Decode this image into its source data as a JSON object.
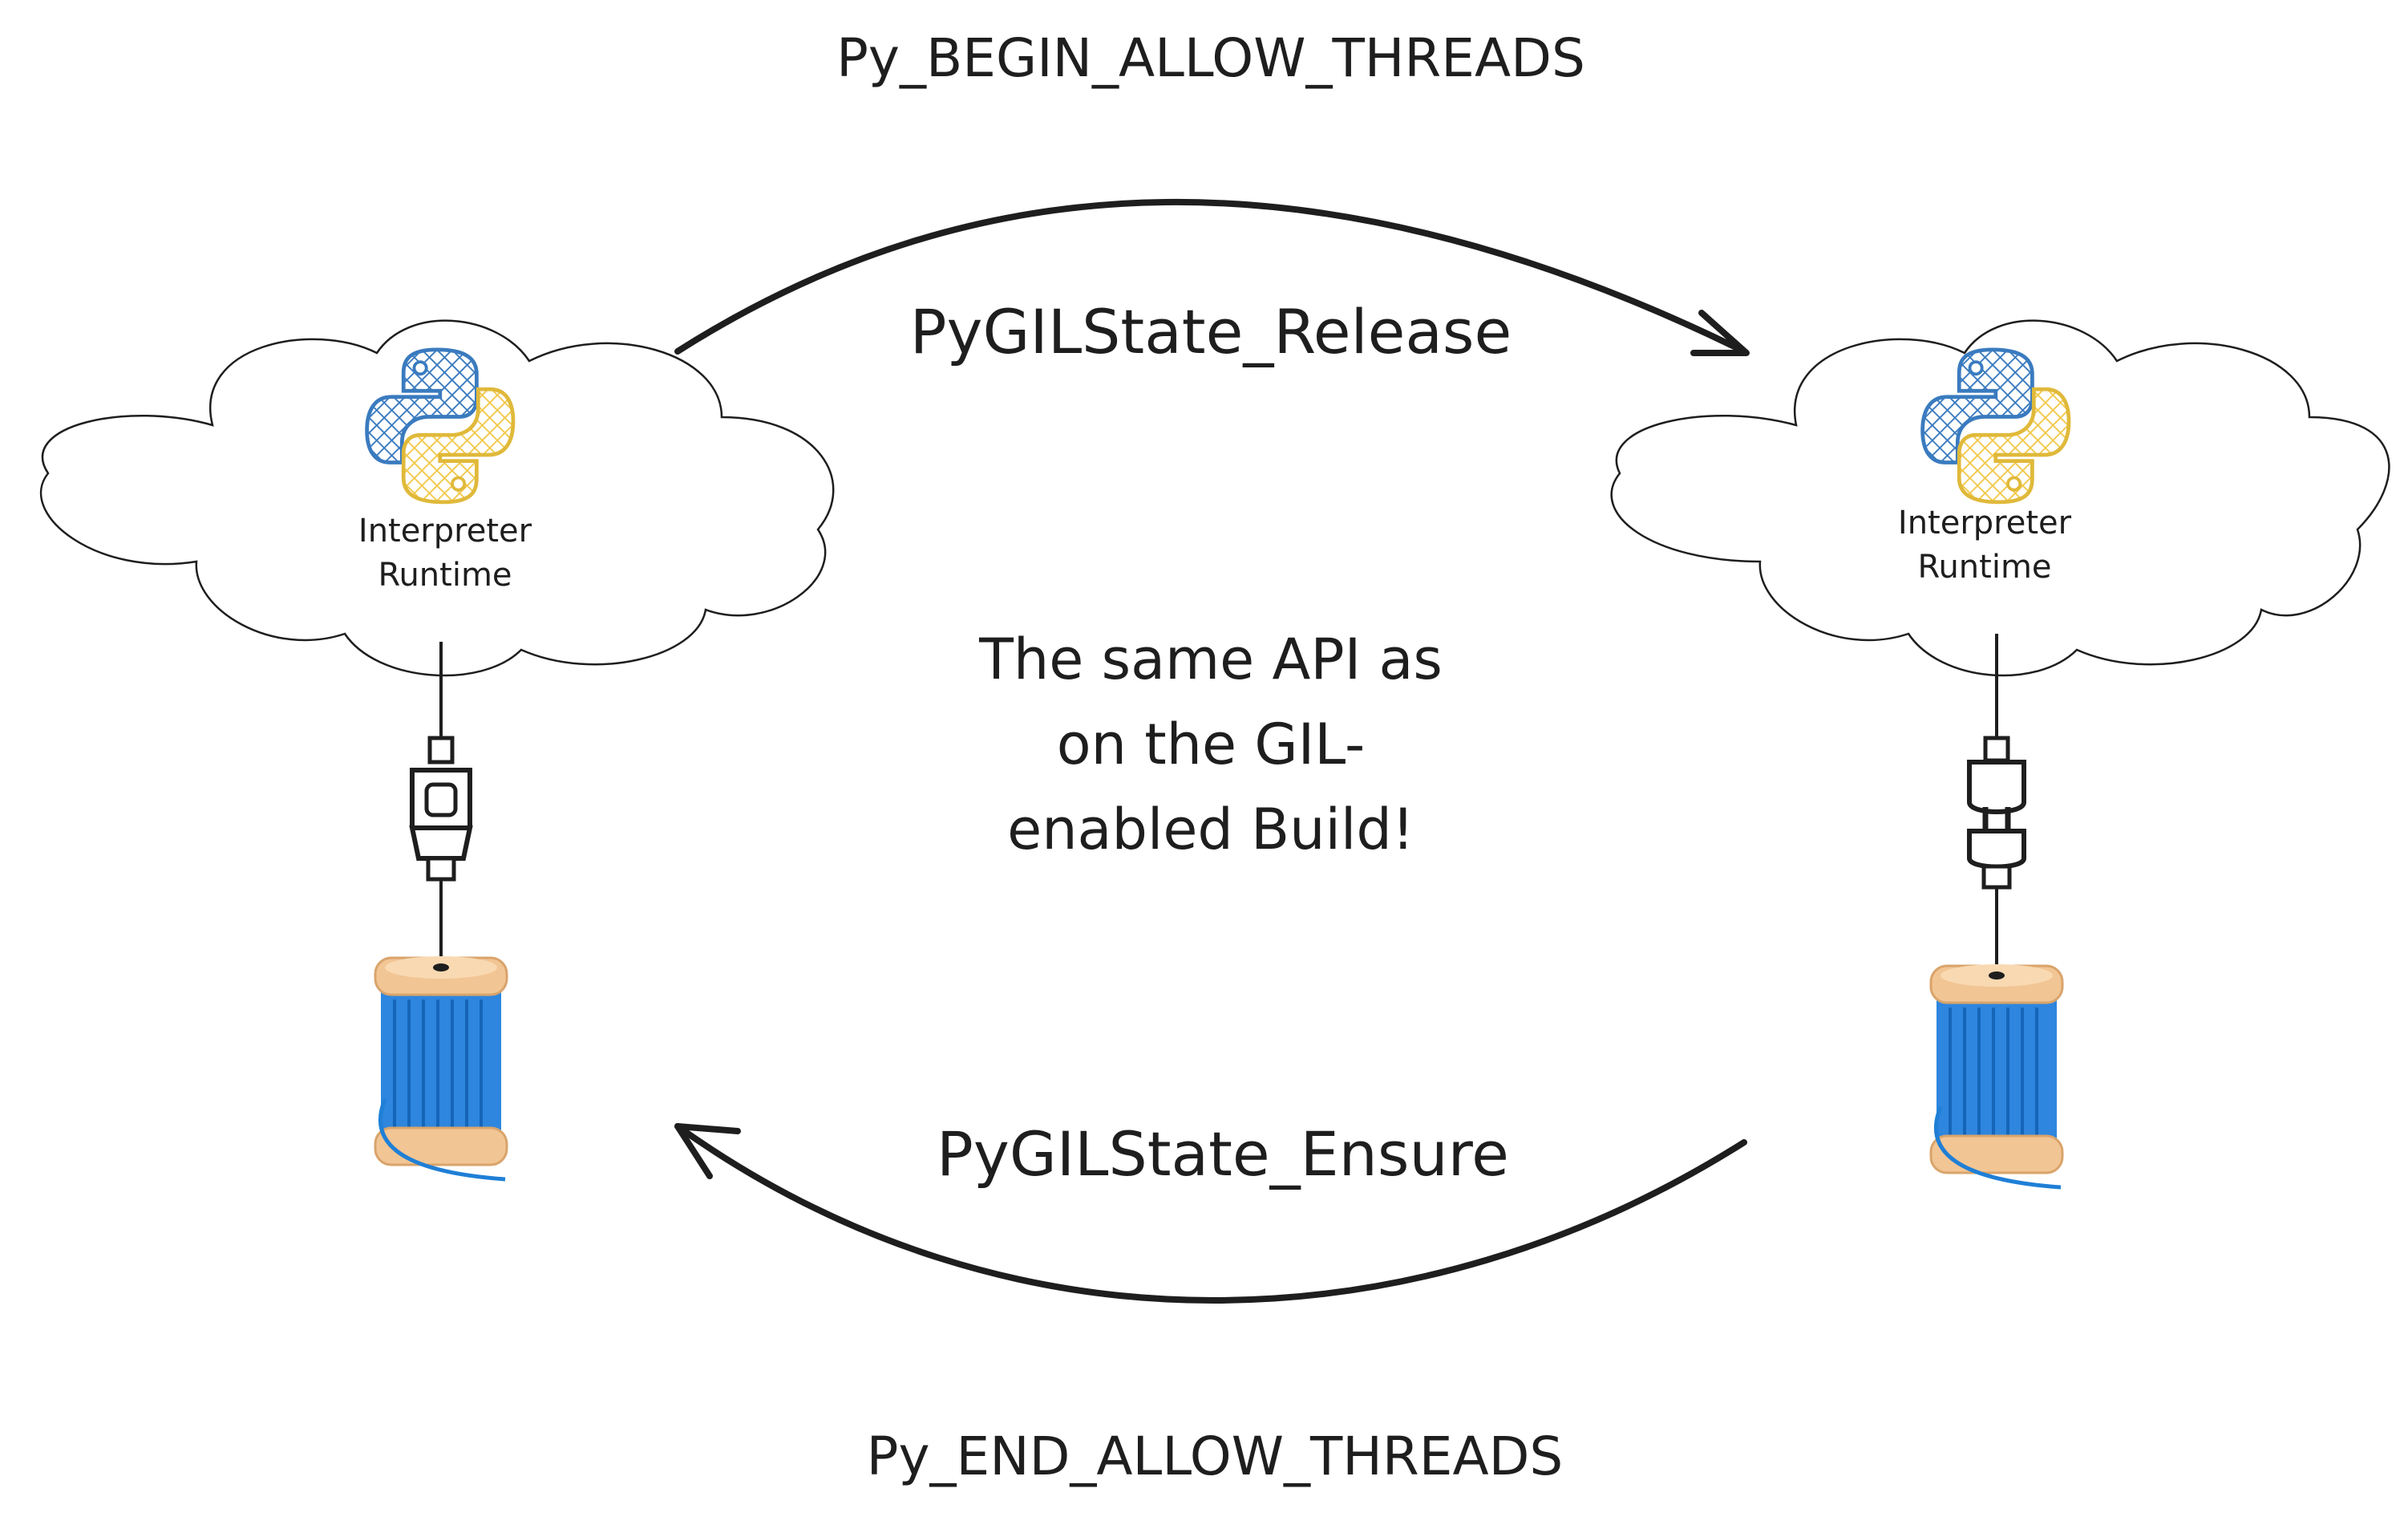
{
  "labels": {
    "top_macro": "Py_BEGIN_ALLOW_THREADS",
    "top_api": "PyGILState_Release",
    "bottom_api": "PyGILState_Ensure",
    "bottom_macro": "Py_END_ALLOW_THREADS"
  },
  "center_note": {
    "line1": "The same API as",
    "line2": "on the GIL-",
    "line3": "enabled Build!"
  },
  "left_node": {
    "line1": "Interpreter",
    "line2": "Runtime",
    "icon": "python-logo-icon",
    "connector": "unplugged-connector-icon",
    "thread": "thread-spool-icon"
  },
  "right_node": {
    "line1": "Interpreter",
    "line2": "Runtime",
    "icon": "python-logo-icon",
    "connector": "plugged-connector-icon",
    "thread": "thread-spool-icon"
  },
  "colors": {
    "python_blue": "#3a7bbf",
    "python_yellow": "#f2c94c",
    "spool_blue": "#1f7fd6",
    "spool_wood": "#f2c594",
    "stroke": "#1e1e1e"
  }
}
